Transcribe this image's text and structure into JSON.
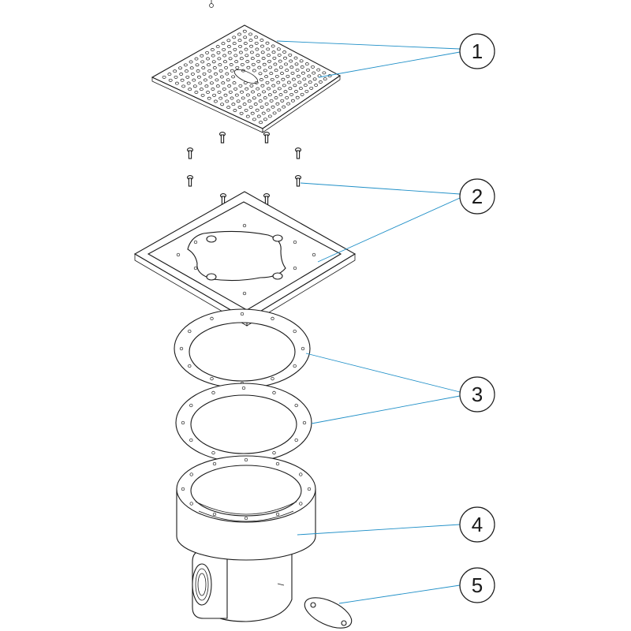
{
  "diagram": {
    "accent_color": "#1f8fc7",
    "callouts": [
      {
        "id": "1",
        "label": "1"
      },
      {
        "id": "2",
        "label": "2"
      },
      {
        "id": "3",
        "label": "3"
      },
      {
        "id": "4",
        "label": "4"
      },
      {
        "id": "5",
        "label": "5"
      }
    ]
  }
}
